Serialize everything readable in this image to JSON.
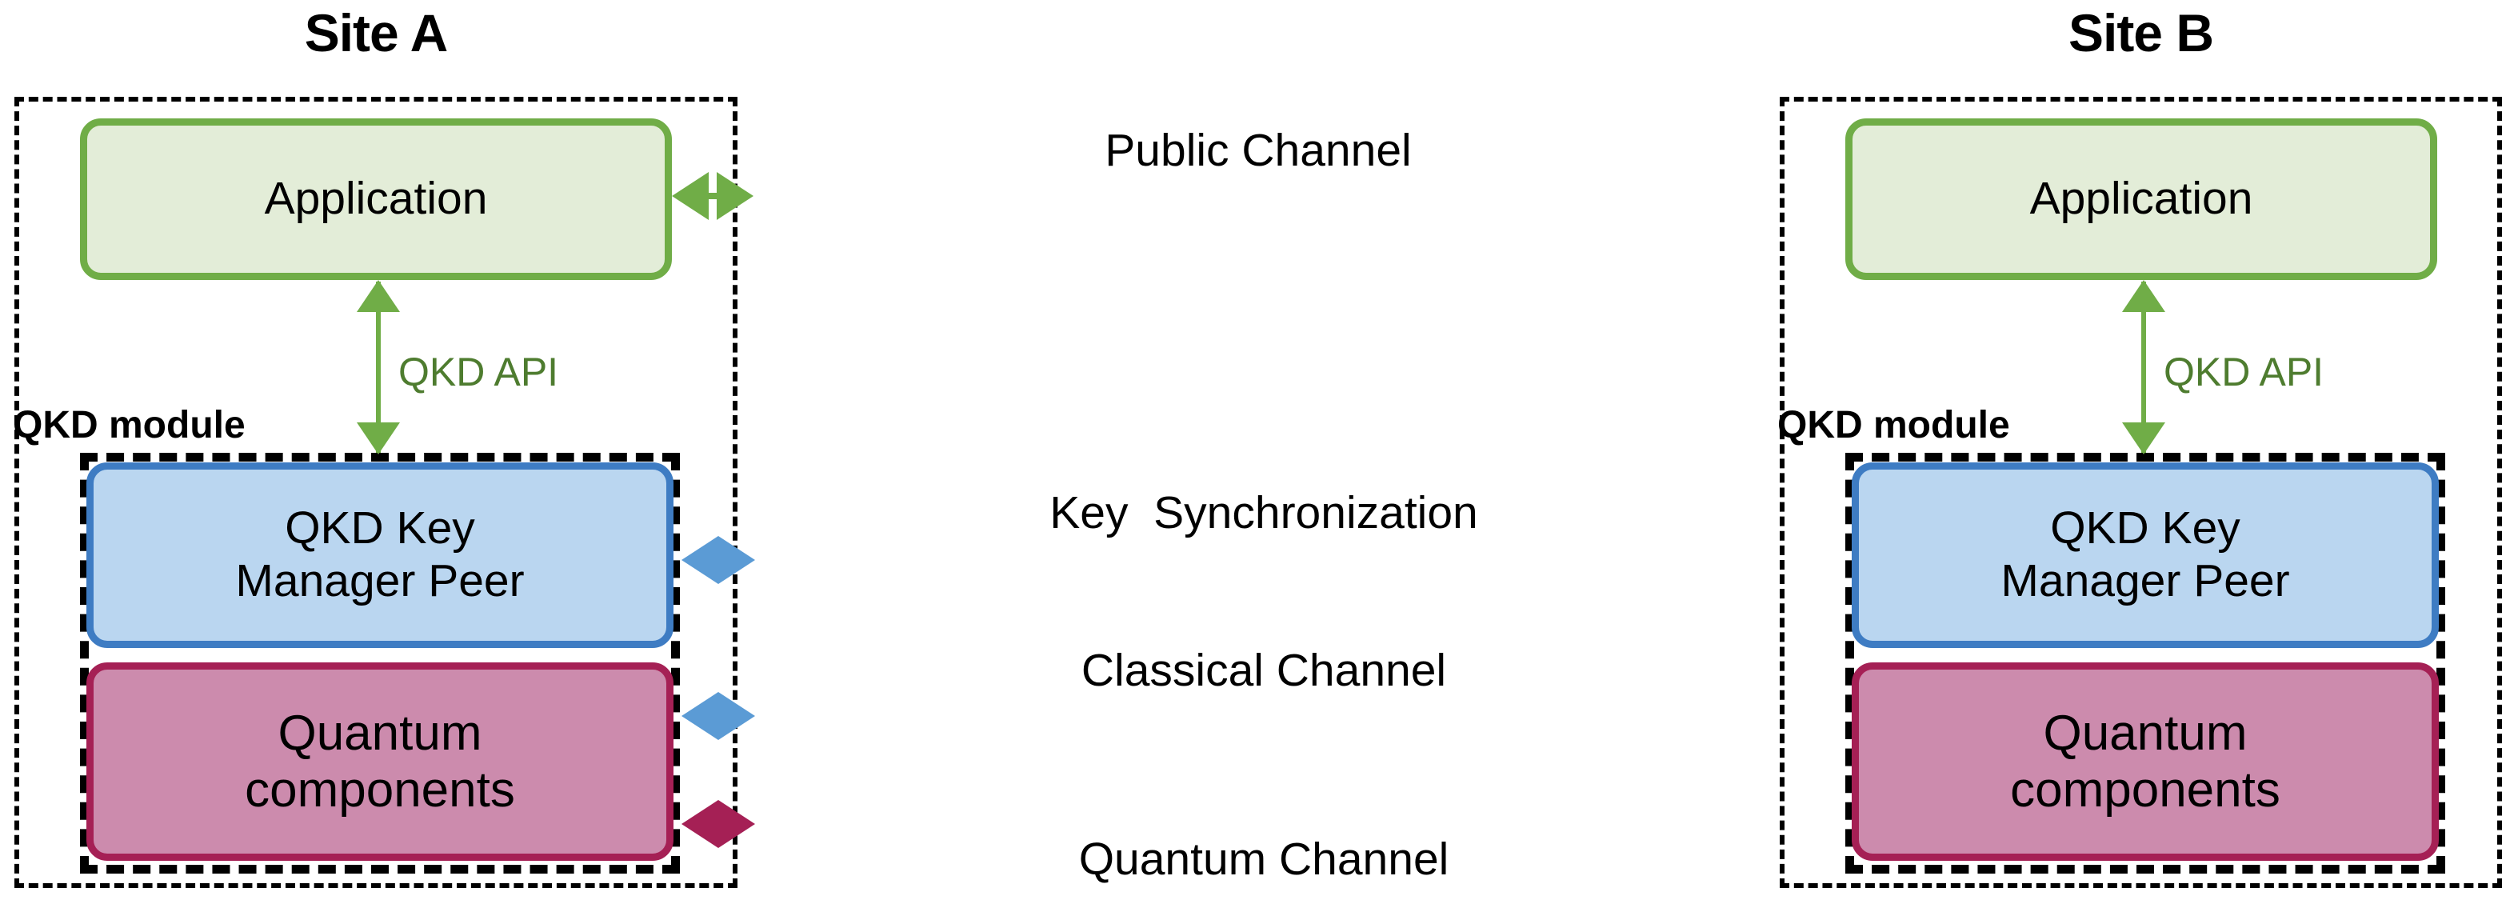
{
  "diagram": {
    "title_note": "QKD two-site architecture",
    "colors": {
      "app_fill": "#E3EDD8",
      "app_border": "#70AD47",
      "kmp_fill": "#BAD6F0",
      "kmp_border": "#3E7CC3",
      "quantum_fill": "#CC8BAD",
      "quantum_border": "#A52055",
      "public_channel": "#70AD47",
      "key_sync_channel": "#5B9BD5",
      "classical_channel": "#5B9BD5",
      "quantum_channel": "#A52055",
      "qkd_api_text": "#4E7C2F",
      "boundary": "#000000"
    }
  },
  "sites": [
    {
      "id": "site-a",
      "title": "Site A",
      "module_label": "QKD module",
      "api_label": "QKD API",
      "nodes": {
        "application": "Application",
        "key_manager": "QKD Key\nManager Peer",
        "quantum": "Quantum\ncomponents"
      }
    },
    {
      "id": "site-b",
      "title": "Site B",
      "module_label": "QKD module",
      "api_label": "QKD API",
      "nodes": {
        "application": "Application",
        "key_manager": "QKD Key\nManager Peer",
        "quantum": "Quantum\ncomponents"
      }
    }
  ],
  "channels": [
    {
      "id": "public-channel",
      "label": "Public Channel",
      "color": "#70AD47",
      "endpoints": [
        "Application (Site A)",
        "Application (Site B)"
      ]
    },
    {
      "id": "key-sync-channel",
      "label": "Key  Synchronization",
      "color": "#5B9BD5",
      "endpoints": [
        "QKD Key Manager Peer (Site A)",
        "QKD Key Manager Peer (Site B)"
      ]
    },
    {
      "id": "classical-channel",
      "label": "Classical Channel",
      "color": "#5B9BD5",
      "endpoints": [
        "Quantum components (Site A)",
        "Quantum components (Site B)"
      ]
    },
    {
      "id": "quantum-channel",
      "label": "Quantum Channel",
      "color": "#A52055",
      "endpoints": [
        "Quantum components (Site A)",
        "Quantum components (Site B)"
      ]
    }
  ]
}
